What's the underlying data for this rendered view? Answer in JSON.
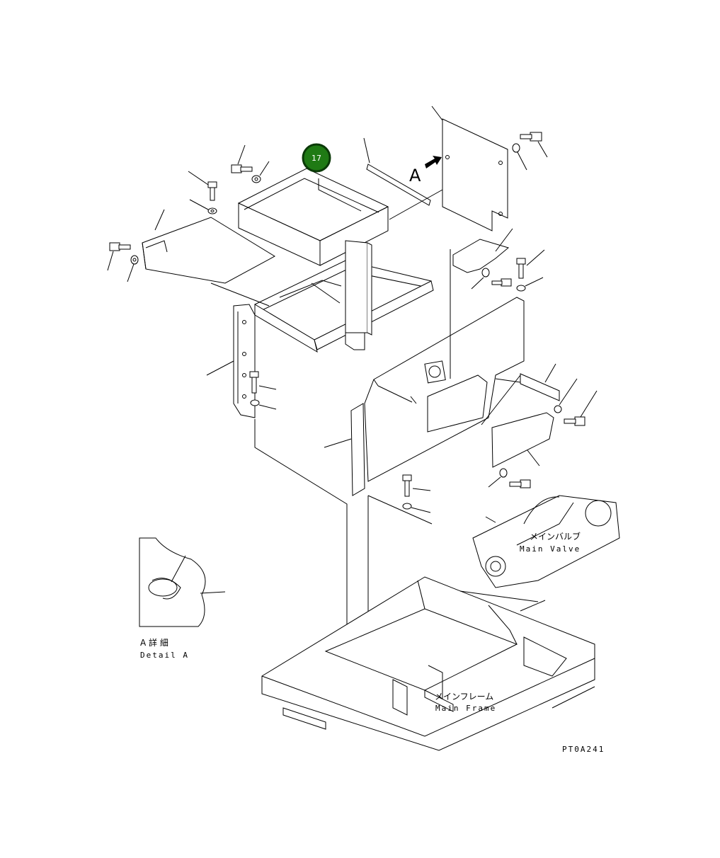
{
  "callout": {
    "number": "17",
    "color": "#1f7a14",
    "ring_color": "#0b3a08"
  },
  "view_marker": {
    "letter": "A"
  },
  "labels": {
    "main_valve_jp": "メインバルブ",
    "main_valve_en": "Main Valve",
    "main_frame_jp": "メインフレーム",
    "main_frame_en": "Main Frame",
    "detail_jp": "A 詳 細",
    "detail_en": "Detail A",
    "drawing_code": "PT0A241"
  }
}
